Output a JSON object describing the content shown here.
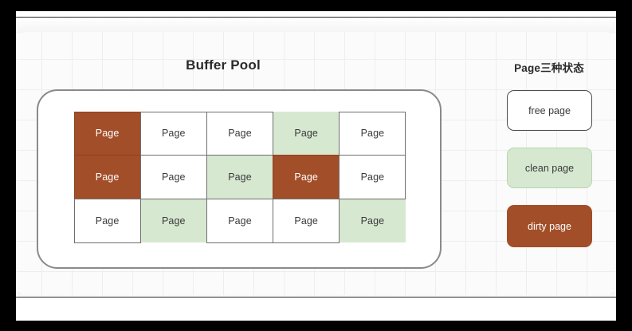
{
  "diagram": {
    "buffer_pool": {
      "title": "Buffer Pool",
      "cell_label": "Page",
      "rows": 3,
      "columns": 5,
      "grid": [
        [
          "dirty",
          "free",
          "free",
          "clean",
          "free"
        ],
        [
          "dirty",
          "free",
          "clean",
          "dirty",
          "free"
        ],
        [
          "free",
          "clean",
          "free",
          "free",
          "clean"
        ]
      ],
      "cells": [
        {
          "label": "Page",
          "state": "dirty"
        },
        {
          "label": "Page",
          "state": "free"
        },
        {
          "label": "Page",
          "state": "free"
        },
        {
          "label": "Page",
          "state": "clean"
        },
        {
          "label": "Page",
          "state": "free"
        },
        {
          "label": "Page",
          "state": "dirty"
        },
        {
          "label": "Page",
          "state": "free"
        },
        {
          "label": "Page",
          "state": "clean"
        },
        {
          "label": "Page",
          "state": "dirty"
        },
        {
          "label": "Page",
          "state": "free"
        },
        {
          "label": "Page",
          "state": "free"
        },
        {
          "label": "Page",
          "state": "clean"
        },
        {
          "label": "Page",
          "state": "free"
        },
        {
          "label": "Page",
          "state": "free"
        },
        {
          "label": "Page",
          "state": "clean"
        }
      ]
    },
    "legend": {
      "title": "Page三种状态",
      "items": [
        {
          "label": "free page",
          "state": "free"
        },
        {
          "label": "clean page",
          "state": "clean"
        },
        {
          "label": "dirty page",
          "state": "dirty"
        }
      ]
    }
  },
  "colors": {
    "dirty": "#a24e28",
    "clean": "#d7e8d1",
    "free": "#ffffff",
    "border": "#6f6f6f",
    "pool_border": "#8a8a8a",
    "title": "#2a2a2a",
    "canvas": "#fbfbfb",
    "grid_line": "#eeeeee",
    "frame": "#000000"
  }
}
